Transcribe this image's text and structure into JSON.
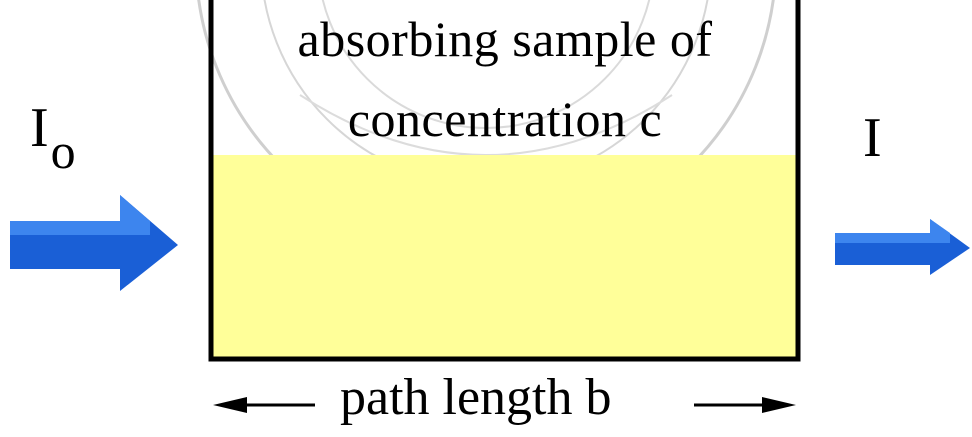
{
  "diagram": {
    "incident_label": "I",
    "incident_subscript": "o",
    "transmitted_label": "I",
    "sample_line_1": "absorbing sample of",
    "sample_line_2": "concentration c",
    "path_label": "path length b"
  },
  "colors": {
    "sample_fill": "#ffff99",
    "beam_blue": "#1a5fd6",
    "beam_highlight": "#3d85ee",
    "outline": "#000000",
    "watermark": "#c8c8c8"
  }
}
